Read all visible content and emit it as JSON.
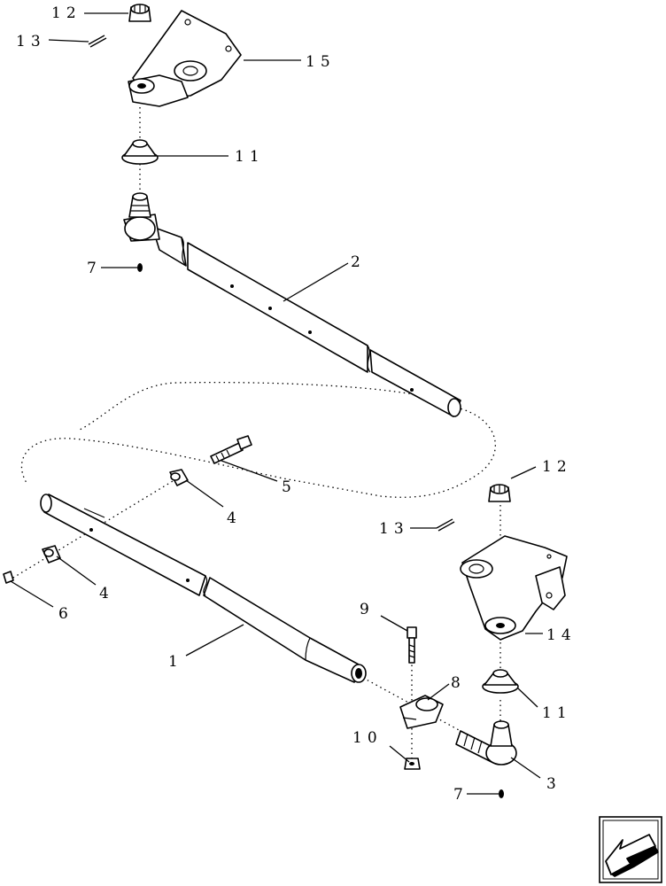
{
  "callouts": {
    "c1": "1",
    "c2": "2",
    "c3": "3",
    "c4a": "4",
    "c4b": "4",
    "c5": "5",
    "c6": "6",
    "c7a": "7",
    "c7b": "7",
    "c8": "8",
    "c9": "9",
    "c10": "10",
    "c11a": "11",
    "c11b": "11",
    "c12a": "12",
    "c12b": "12",
    "c13a": "13",
    "c13b": "13",
    "c14": "14",
    "c15": "15"
  },
  "icons": {
    "nav_arrow": "arrow-left-down-icon"
  }
}
